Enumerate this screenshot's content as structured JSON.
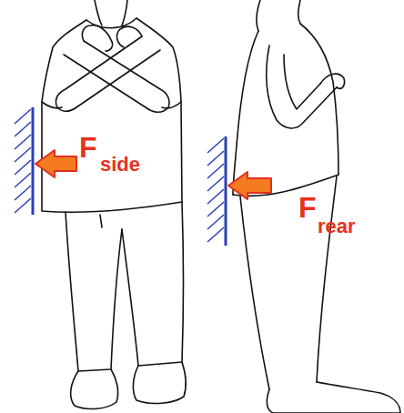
{
  "diagram": {
    "labels": [
      "F",
      "side",
      "F",
      "rear"
    ]
  }
}
